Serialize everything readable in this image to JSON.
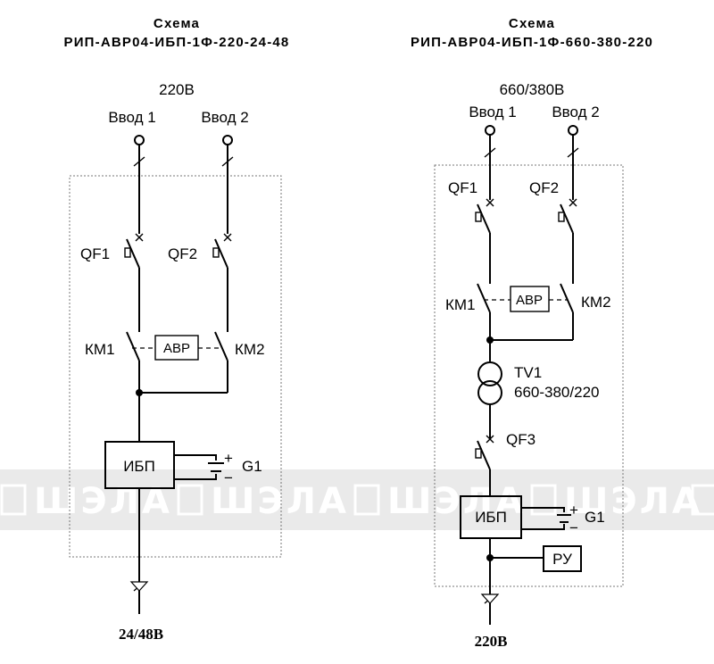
{
  "watermark": {
    "text": "ШЭЛА"
  },
  "left": {
    "title": "Схема",
    "subtitle": "РИП-АВР04-ИБП-1Ф-220-24-48",
    "supply": "220В",
    "input1": "Ввод 1",
    "input2": "Ввод 2",
    "qf1": "QF1",
    "qf2": "QF2",
    "km1": "КМ1",
    "km2": "КМ2",
    "avr": "АВР",
    "ups": "ИБП",
    "battery": "G1",
    "plus": "+",
    "minus": "−",
    "output": "24/48В"
  },
  "right": {
    "title": "Схема",
    "subtitle": "РИП-АВР04-ИБП-1Ф-660-380-220",
    "supply": "660/380В",
    "input1": "Ввод 1",
    "input2": "Ввод 2",
    "qf1": "QF1",
    "qf2": "QF2",
    "km1": "КМ1",
    "km2": "КМ2",
    "avr": "АВР",
    "transformer": "TV1",
    "transformer_ratio": "660-380/220",
    "qf3": "QF3",
    "ups": "ИБП",
    "battery": "G1",
    "plus": "+",
    "minus": "−",
    "ru": "РУ",
    "output": "220В"
  }
}
